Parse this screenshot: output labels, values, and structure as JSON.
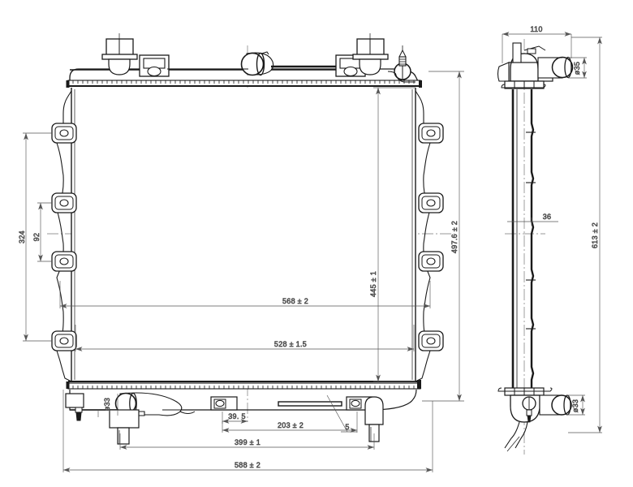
{
  "drawing": {
    "type": "engineering-drawing",
    "subject": "automotive-radiator",
    "views": [
      {
        "name": "front-view",
        "label": ""
      },
      {
        "name": "side-view",
        "label": ""
      }
    ],
    "units": "mm",
    "line_color": "#1a1a1a",
    "dim_line_color": "#555555",
    "background": "#ffffff"
  },
  "dimensions": {
    "front_view": {
      "overall_width": "588 ± 2",
      "mount_width": "399 ± 1",
      "core_width": "568 ± 2",
      "tank_width": "528 ± 1.5",
      "bracket_span": "324",
      "bracket_pitch": "92",
      "core_height": "445 ± 1",
      "overall_height": "497.6 ± 2",
      "lower_offset": "39.5",
      "lower_span": "203 ± 2",
      "detail_callout": "5",
      "inlet_diameter": "ø33"
    },
    "side_view": {
      "top_width": "110",
      "upper_port_diameter": "ø35",
      "lower_port_diameter": "ø33",
      "core_thickness": "36",
      "overall_height": "613 ± 2"
    }
  },
  "labels": {
    "d324": "324",
    "d92": "92",
    "d445": "445 ± 1",
    "d4976": "497.6 ± 2",
    "d568": "568 ± 2",
    "d528": "528 ± 1.5",
    "d395": "39. 5",
    "d203": "203 ± 2",
    "d5": "5",
    "d399": "399 ± 1",
    "d588": "588 ± 2",
    "dia33_left": "ø33",
    "d110": "110",
    "dia35": "ø35",
    "dia33_right": "ø33",
    "d36": "36",
    "d613": "613 ± 2"
  },
  "components": {
    "front": [
      {
        "name": "upper-tank",
        "note": "crenellated top tank"
      },
      {
        "name": "lower-tank",
        "note": "crenellated bottom tank"
      },
      {
        "name": "core",
        "note": "flat fin core"
      },
      {
        "name": "filler-neck-cap-left",
        "note": "pressure cap"
      },
      {
        "name": "filler-neck-cap-right",
        "note": "pressure cap"
      },
      {
        "name": "upper-hose-port",
        "note": "circular outlet"
      },
      {
        "name": "bleed-valve",
        "note": "small valve on top right"
      },
      {
        "name": "mount-bracket",
        "count": 8
      },
      {
        "name": "side-clip",
        "count": 4
      },
      {
        "name": "lower-hose-port",
        "note": "inlet ø33"
      },
      {
        "name": "drain-cock",
        "note": "drain plug"
      },
      {
        "name": "lower-mount-pin",
        "count": 2
      }
    ],
    "side": [
      {
        "name": "side-core-profile"
      },
      {
        "name": "side-upper-tank"
      },
      {
        "name": "side-lower-tank"
      },
      {
        "name": "side-upper-port"
      },
      {
        "name": "side-lower-port"
      },
      {
        "name": "side-drain"
      }
    ]
  }
}
